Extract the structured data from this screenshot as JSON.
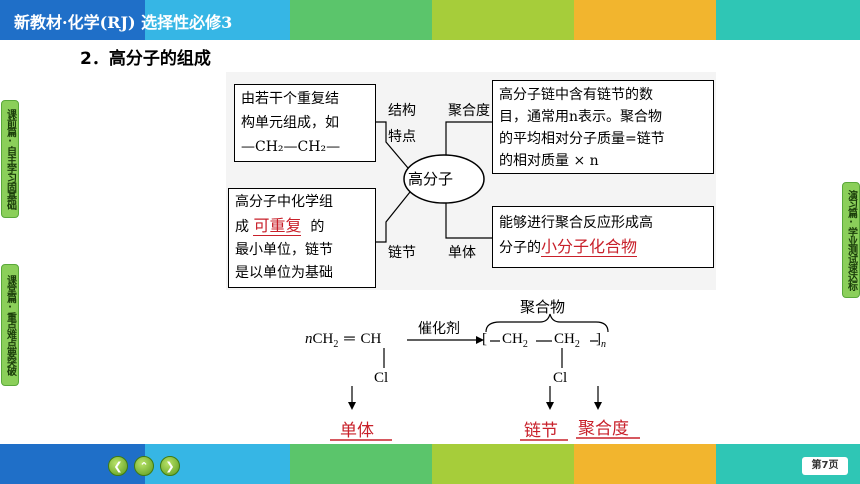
{
  "header": {
    "title": "新教材·化学(RJ)    选择性必修3"
  },
  "side_tabs": {
    "left_top": "课前篇·自主学习固基础",
    "left_bottom": "课堂篇·重点难点要突破",
    "right": "演习篇·学业测试速达标"
  },
  "section": {
    "heading": "2．高分子的组成"
  },
  "concept_map": {
    "center": "高分子",
    "box_structure": {
      "line1": "由若干个重复结",
      "line2": "构单元组成，如",
      "line3": "—CH₂—CH₂—"
    },
    "box_degree": {
      "line1": "高分子链中含有链节的数",
      "line2": "目，通常用n表示。聚合物",
      "line3": "的平均相对分子质量=链节",
      "line4": "的相对质量 × n"
    },
    "box_unit": {
      "line1": "高分子中化学组",
      "line2_pre": "成",
      "line2_red": "可重复",
      "line2_post": "的",
      "line3": "最小单位，链节",
      "line4": "是以单位为基础"
    },
    "box_monomer": {
      "line1": "能够进行聚合反应形成高",
      "line2_pre": "分子的",
      "line2_red": "小分子化合物"
    },
    "labels": {
      "structure1": "结构",
      "structure2": "特点",
      "degree": "聚合度",
      "unit": "链节",
      "monomer": "单体"
    }
  },
  "reaction": {
    "n": "n",
    "ch2": "CH",
    "sub2": "2",
    "eq": "═",
    "ch": "CH",
    "cl": "Cl",
    "catalyst": "催化剂",
    "polymer_label": "聚合物",
    "chain_open": "[",
    "ch2_a": "CH",
    "ch2_b": "CH",
    "chain_close": "]",
    "n_sub": "n",
    "cl2": "Cl",
    "label_monomer": "单体",
    "label_unit": "链节",
    "label_degree": "聚合度"
  },
  "footer": {
    "page": "第7页"
  }
}
